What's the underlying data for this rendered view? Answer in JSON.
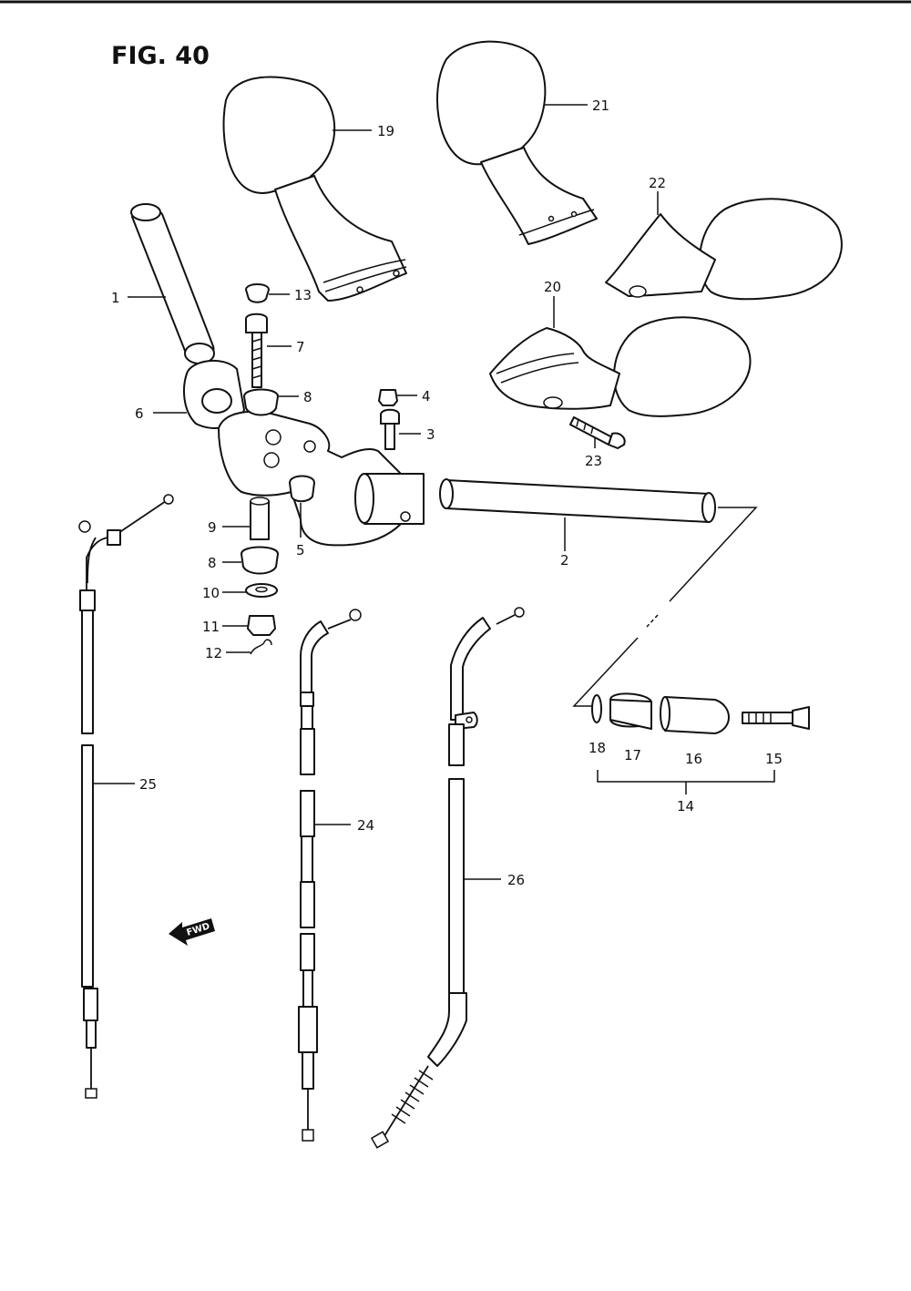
{
  "figure": {
    "title": "FIG. 40"
  },
  "callouts": [
    {
      "id": "1",
      "text": "1"
    },
    {
      "id": "2",
      "text": "2"
    },
    {
      "id": "3",
      "text": "3"
    },
    {
      "id": "4",
      "text": "4"
    },
    {
      "id": "5",
      "text": "5"
    },
    {
      "id": "6",
      "text": "6"
    },
    {
      "id": "7",
      "text": "7"
    },
    {
      "id": "8a",
      "text": "8"
    },
    {
      "id": "8b",
      "text": "8"
    },
    {
      "id": "9",
      "text": "9"
    },
    {
      "id": "10",
      "text": "10"
    },
    {
      "id": "11",
      "text": "11"
    },
    {
      "id": "12",
      "text": "12"
    },
    {
      "id": "13",
      "text": "13"
    },
    {
      "id": "14",
      "text": "14"
    },
    {
      "id": "15",
      "text": "15"
    },
    {
      "id": "16",
      "text": "16"
    },
    {
      "id": "17",
      "text": "17"
    },
    {
      "id": "18",
      "text": "18"
    },
    {
      "id": "19",
      "text": "19"
    },
    {
      "id": "20",
      "text": "20"
    },
    {
      "id": "21",
      "text": "21"
    },
    {
      "id": "22",
      "text": "22"
    },
    {
      "id": "23",
      "text": "23"
    },
    {
      "id": "24",
      "text": "24"
    },
    {
      "id": "25",
      "text": "25"
    },
    {
      "id": "26",
      "text": "26"
    }
  ],
  "direction_marker": {
    "text": "FWD"
  }
}
